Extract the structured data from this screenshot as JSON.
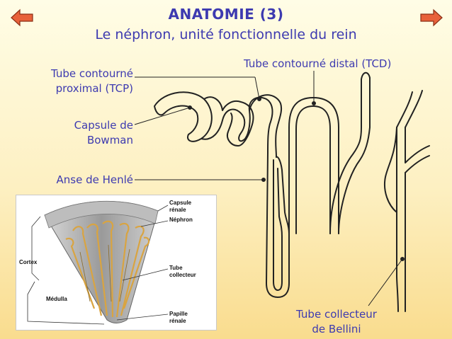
{
  "slide": {
    "title": "ANATOMIE (3)",
    "subtitle": "Le néphron, unité fonctionnelle du rein"
  },
  "navigation": {
    "prev_icon": "arrow-left-icon",
    "next_icon": "arrow-right-icon",
    "arrow_color": "#e8613a"
  },
  "labels": {
    "tcp_line1": "Tube contourné",
    "tcp_line2": "proximal (TCP)",
    "capsule_line1": "Capsule de",
    "capsule_line2": "Bowman",
    "henle": "Anse de Henlé",
    "tcd": "Tube contourné distal (TCD)",
    "collecteur_line1": "Tube collecteur",
    "collecteur_line2": "de Bellini"
  },
  "inset": {
    "capsule_line1": "Capsule",
    "capsule_line2": "rénale",
    "nephron": "Néphron",
    "cortex": "Cortex",
    "tube_line1": "Tube",
    "tube_line2": "collecteur",
    "medulla": "Médulla",
    "papille_line1": "Papille",
    "papille_line2": "rénale"
  },
  "colors": {
    "text": "#3d3ab0",
    "background_top": "#fffde6",
    "background_bottom": "#f9dc8e"
  }
}
